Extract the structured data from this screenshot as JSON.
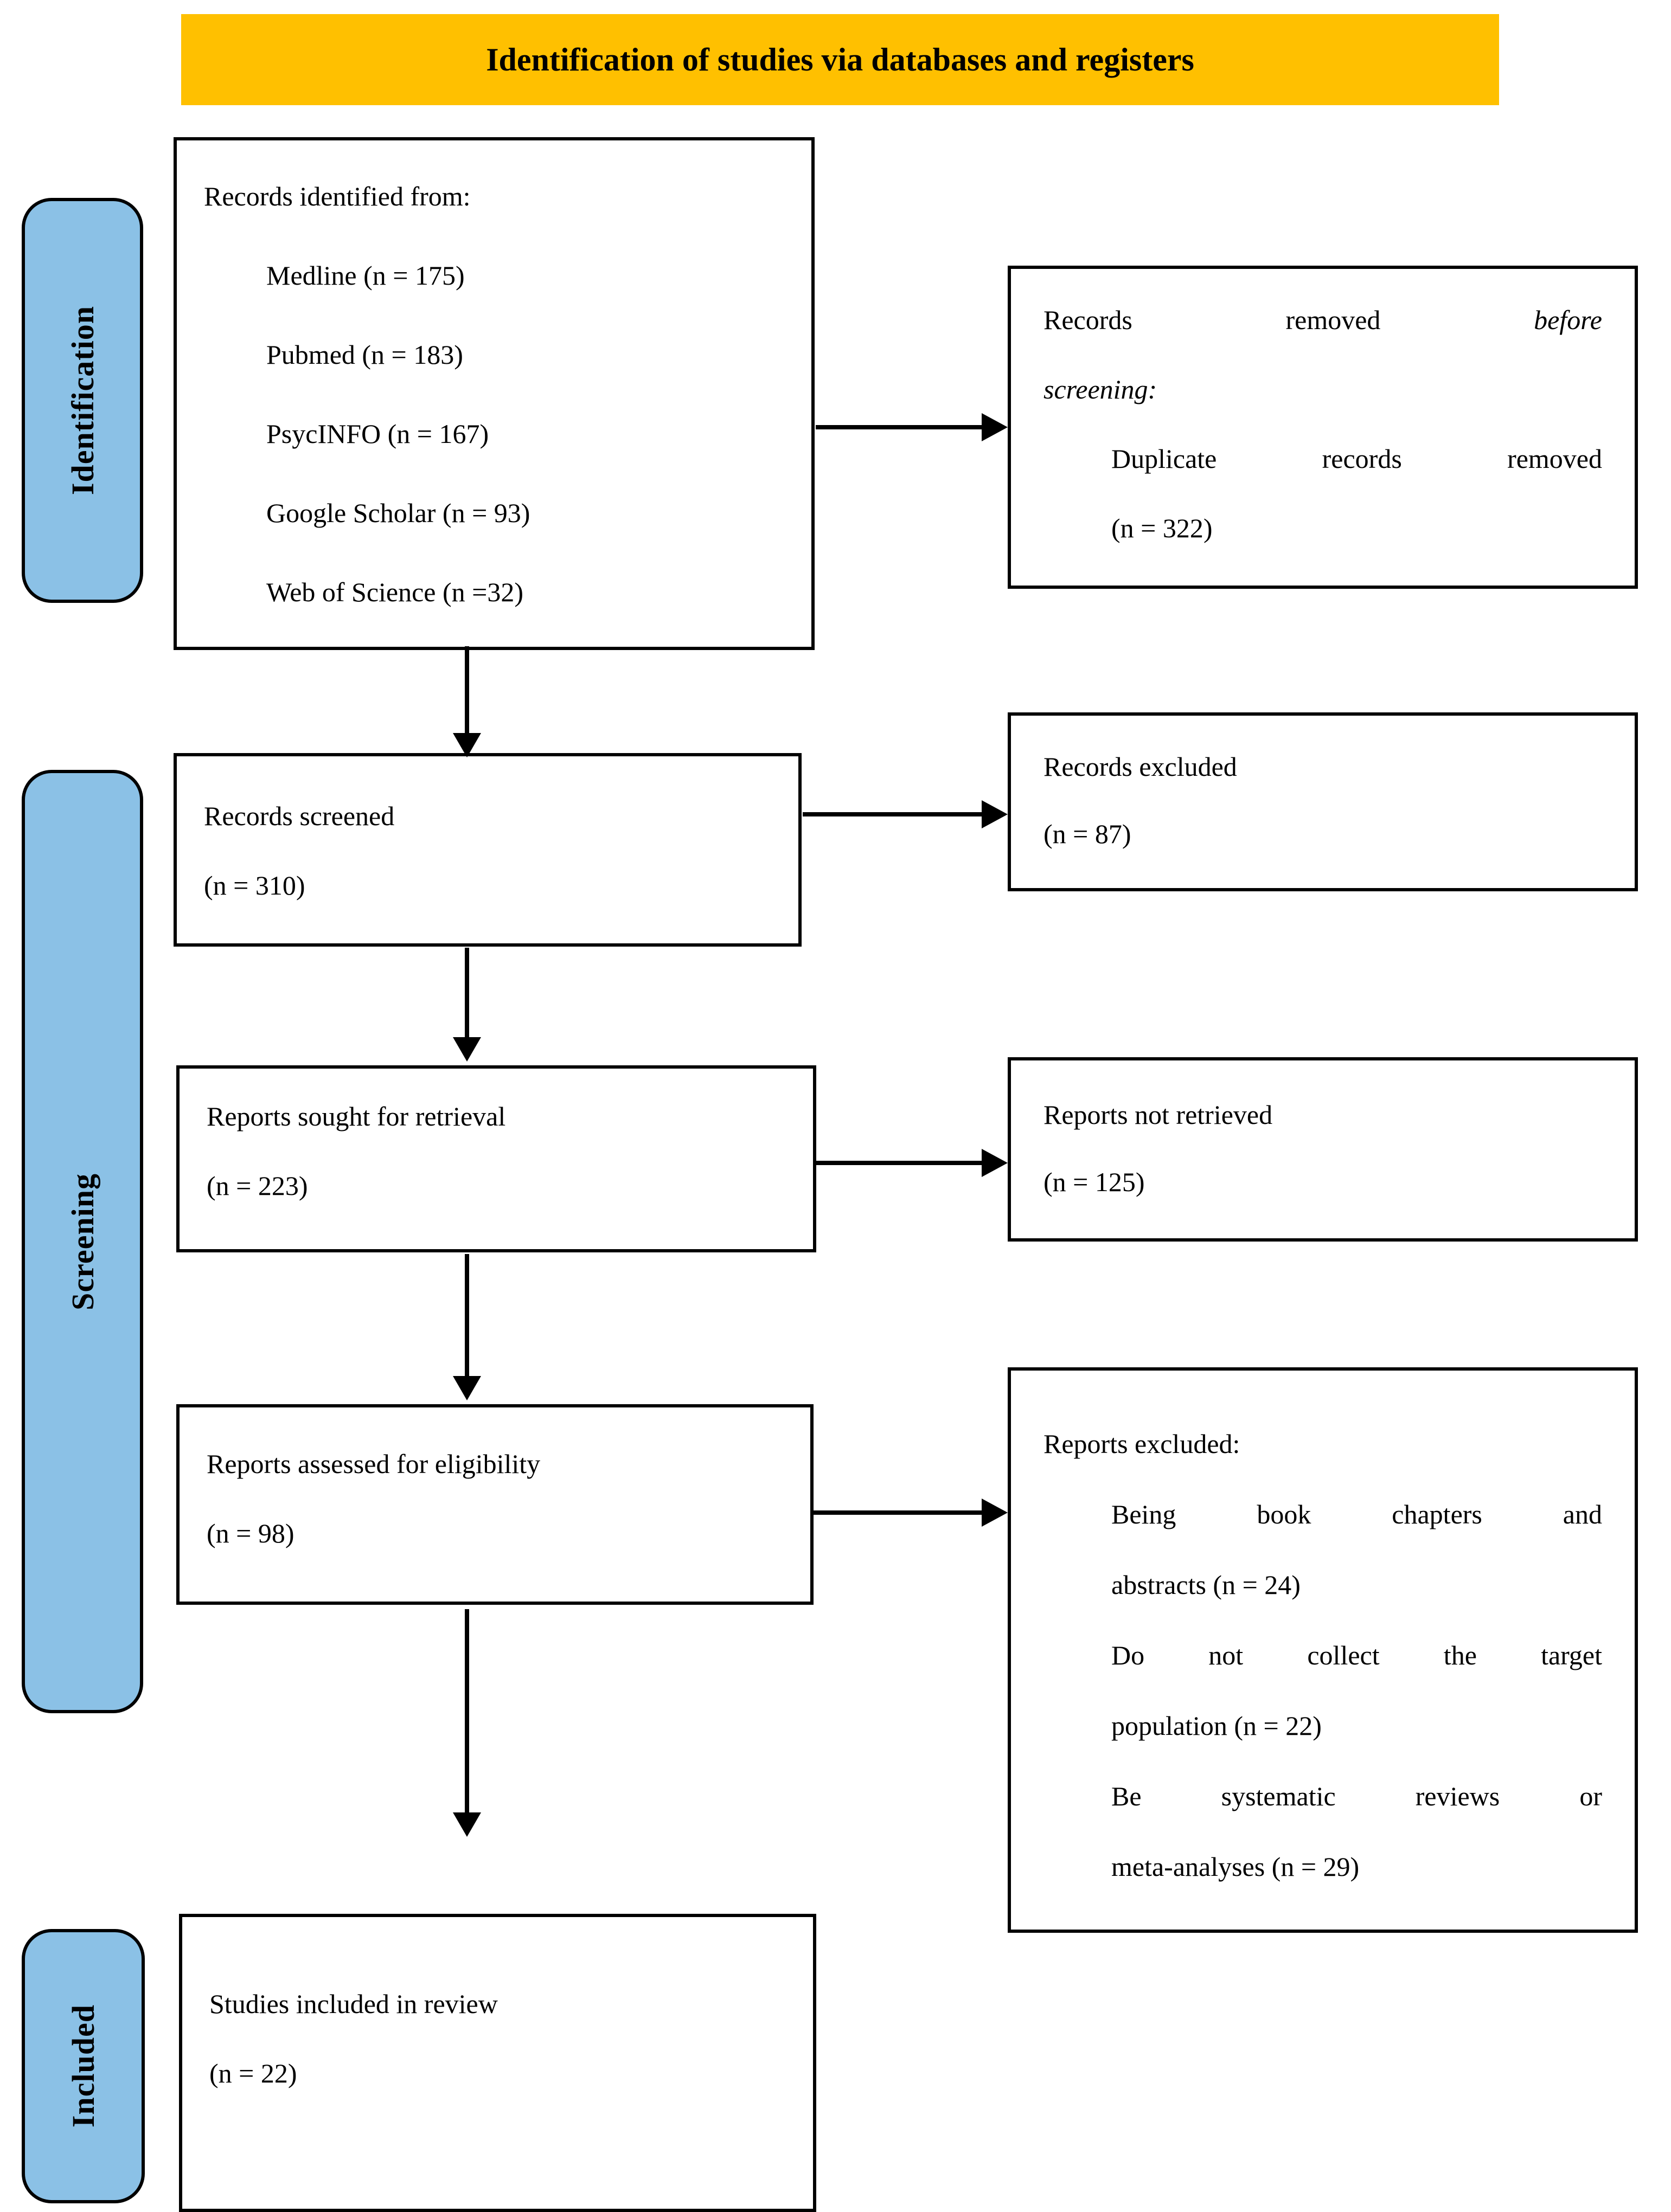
{
  "banner": {
    "title": "Identification of studies via databases and registers"
  },
  "sidebar": {
    "identification": "Identification",
    "screening": "Screening",
    "included": "Included"
  },
  "colors": {
    "banner_bg": "#FFC000",
    "sidebar_bg": "#8BC1E6",
    "line_color": "#000000"
  },
  "boxes": {
    "records_identified": {
      "heading": "Records identified from:",
      "items": [
        "Medline (n = 175)",
        "Pubmed (n = 183)",
        "PsycINFO (n = 167)",
        "Google Scholar (n = 93)",
        "Web of Science (n =32)"
      ]
    },
    "records_removed": {
      "line1_normal": "Records removed ",
      "line1_italic": "before",
      "line2_italic": "screening:",
      "detail_line1": "Duplicate records removed",
      "detail_line2": "(n = 322)"
    },
    "records_screened": {
      "line1": "Records screened",
      "line2": "(n = 310)"
    },
    "records_excluded": {
      "line1": "Records excluded",
      "line2": "(n = 87)"
    },
    "reports_sought": {
      "line1": "Reports sought for retrieval",
      "line2": "(n = 223)"
    },
    "reports_not_retrieved": {
      "line1": "Reports not retrieved",
      "line2": "(n = 125)"
    },
    "reports_assessed": {
      "line1": "Reports assessed for eligibility",
      "line2": "(n = 98)"
    },
    "reports_excluded": {
      "heading": "Reports excluded:",
      "reason1_line1": "Being book chapters and",
      "reason1_line2": "abstracts (n = 24)",
      "reason2_line1": "Do not collect the target",
      "reason2_line2": "population (n = 22)",
      "reason3_line1": "Be systematic reviews or",
      "reason3_line2": "meta-analyses (n = 29)"
    },
    "studies_included": {
      "line1": "Studies included in review",
      "line2": "(n = 22)"
    }
  }
}
